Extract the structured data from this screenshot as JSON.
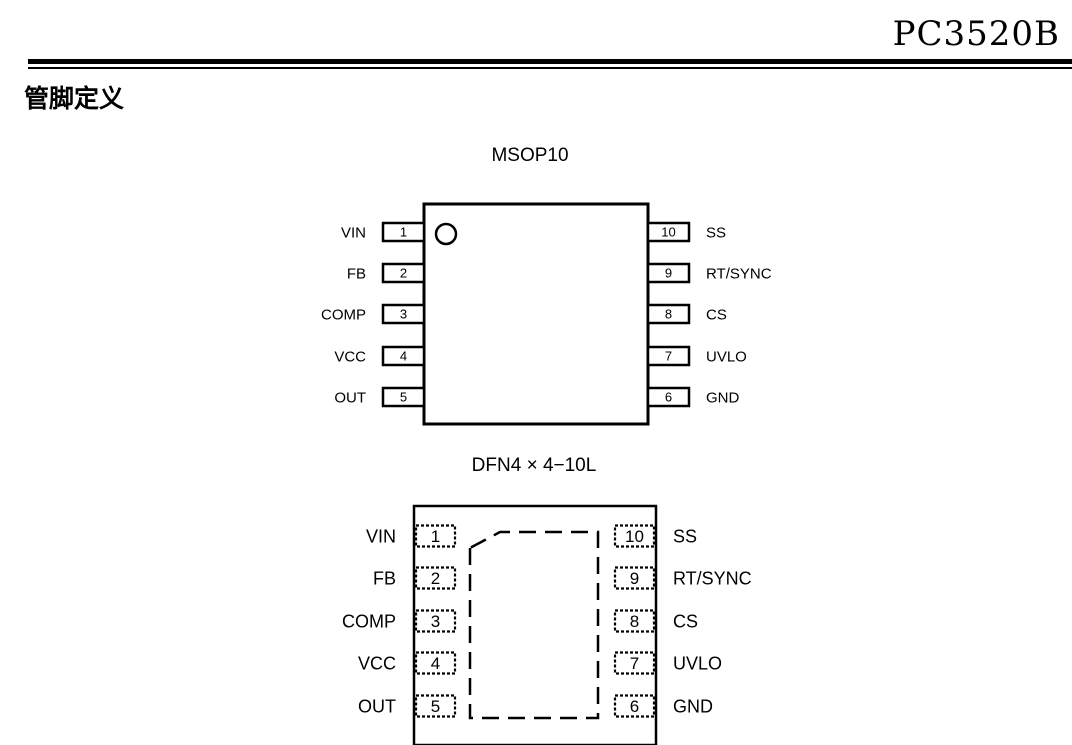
{
  "header": {
    "doc_title": "PC3520B",
    "section_heading": "管脚定义"
  },
  "packages": [
    {
      "name": "MSOP10",
      "left_pins": [
        {
          "number": "1",
          "label": "VIN"
        },
        {
          "number": "2",
          "label": "FB"
        },
        {
          "number": "3",
          "label": "COMP"
        },
        {
          "number": "4",
          "label": "VCC"
        },
        {
          "number": "5",
          "label": "OUT"
        }
      ],
      "right_pins": [
        {
          "number": "10",
          "label": "SS"
        },
        {
          "number": "9",
          "label": "RT/SYNC"
        },
        {
          "number": "8",
          "label": "CS"
        },
        {
          "number": "7",
          "label": "UVLO"
        },
        {
          "number": "6",
          "label": "GND"
        }
      ]
    },
    {
      "name": "DFN4 × 4−10L",
      "left_pins": [
        {
          "number": "1",
          "label": "VIN"
        },
        {
          "number": "2",
          "label": "FB"
        },
        {
          "number": "3",
          "label": "COMP"
        },
        {
          "number": "4",
          "label": "VCC"
        },
        {
          "number": "5",
          "label": "OUT"
        }
      ],
      "right_pins": [
        {
          "number": "10",
          "label": "SS"
        },
        {
          "number": "9",
          "label": "RT/SYNC"
        },
        {
          "number": "8",
          "label": "CS"
        },
        {
          "number": "7",
          "label": "UVLO"
        },
        {
          "number": "6",
          "label": "GND"
        }
      ]
    }
  ]
}
